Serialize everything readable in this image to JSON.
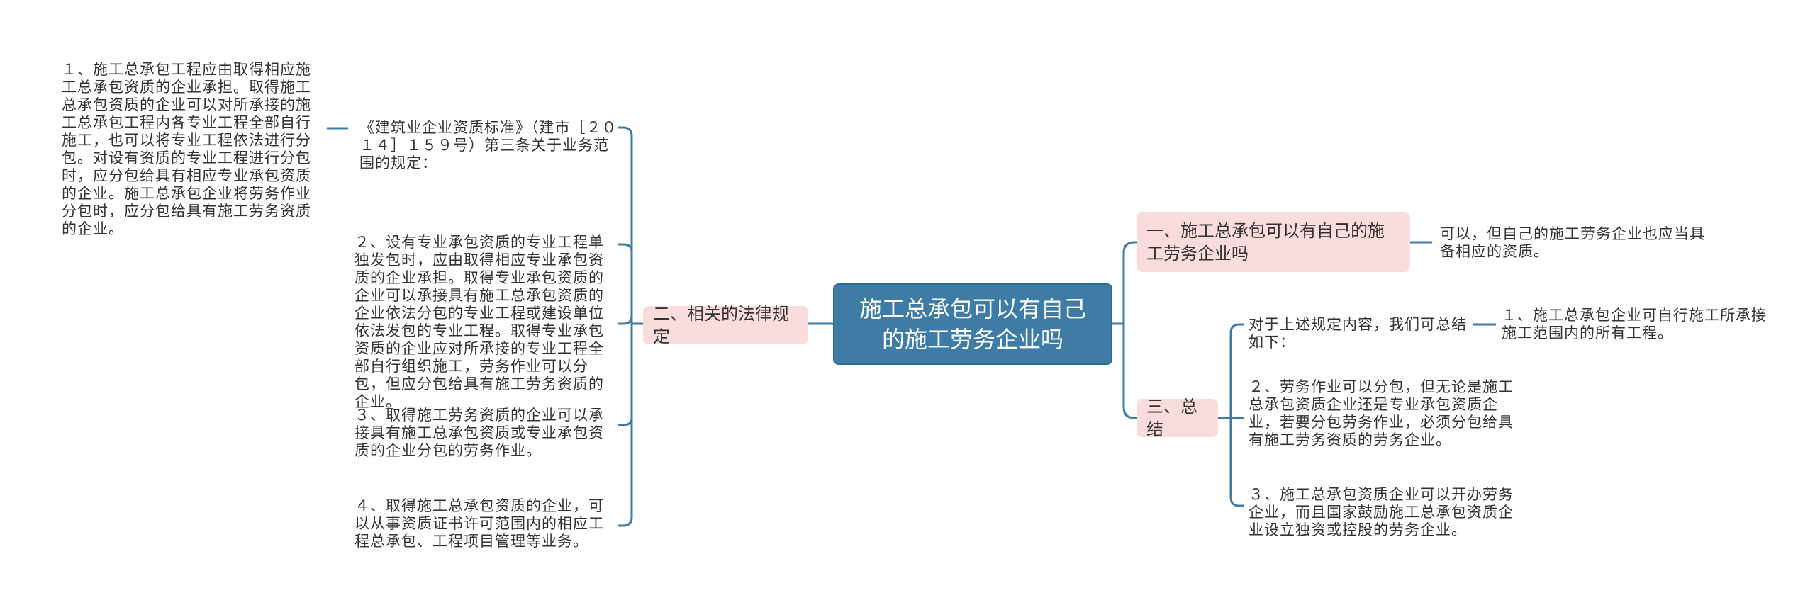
{
  "root": {
    "title": "施工总承包可以有自己的施工劳务企业吗"
  },
  "branches": {
    "q1": {
      "label": "一、施工总承包可以有自己的施工劳务企业吗",
      "answer": "可以，但自己的施工劳务企业也应当具备相应的资质。"
    },
    "laws": {
      "label": "二、相关的法律规定",
      "source": "《建筑业企业资质标准》（建市［２０１４］１５９号）第三条关于业务范围的规定：",
      "source_item": "１、施工总承包工程应由取得相应施工总承包资质的企业承担。取得施工总承包资质的企业可以对所承接的施工总承包工程内各专业工程全部自行施工，也可以将专业工程依法进行分包。对设有资质的专业工程进行分包时，应分包给具有相应专业承包资质的企业。施工总承包企业将劳务作业分包时，应分包给具有施工劳务资质的企业。",
      "items": [
        "２、设有专业承包资质的专业工程单独发包时，应由取得相应专业承包资质的企业承担。取得专业承包资质的企业可以承接具有施工总承包资质的企业依法分包的专业工程或建设单位依法发包的专业工程。取得专业承包资质的企业应对所承接的专业工程全部自行组织施工，劳务作业可以分包，但应分包给具有施工劳务资质的企业。",
        "３、取得施工劳务资质的企业可以承接具有施工总承包资质或专业承包资质的企业分包的劳务作业。",
        "４、取得施工总承包资质的企业，可以从事资质证书许可范围内的相应工程总承包、工程项目管理等业务。"
      ]
    },
    "summary": {
      "label": "三、总结",
      "intro": "对于上述规定内容，我们可总结如下：",
      "intro_item": "１、施工总承包企业可自行施工所承接施工范围内的所有工程。",
      "items": [
        "２、劳务作业可以分包，但无论是施工总承包资质企业还是专业承包资质企业，若要分包劳务作业，必须分包给具有施工劳务资质的劳务企业。",
        "３、施工总承包资质企业可以开办劳务企业，而且国家鼓励施工总承包资质企业设立独资或控股的劳务企业。"
      ]
    }
  },
  "colors": {
    "line": "#3e7ca5",
    "root_bg": "#3e7ca5",
    "branch_bg": "#fbdcdc"
  }
}
